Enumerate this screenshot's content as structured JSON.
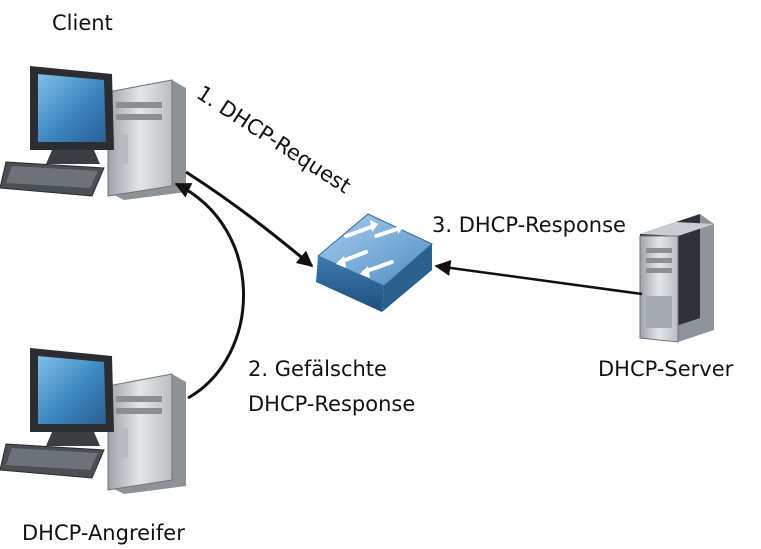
{
  "nodes": {
    "client": {
      "label": "Client",
      "icon": "desktop-computer-icon"
    },
    "attacker": {
      "label": "DHCP-Angreifer",
      "icon": "desktop-computer-icon"
    },
    "server": {
      "label": "DHCP-Server",
      "icon": "tower-server-icon"
    },
    "switch": {
      "icon": "network-switch-icon"
    }
  },
  "edges": {
    "step1": {
      "label": "1. DHCP-Request"
    },
    "step2": {
      "line1": "2. Gefälschte",
      "line2": "DHCP-Response"
    },
    "step3": {
      "label": "3. DHCP-Response"
    }
  },
  "colors": {
    "switch_top": "#7fb0d8",
    "switch_side": "#2f6a9c",
    "screen": "#3c86c0",
    "case": "#d7d9dc",
    "arrow": "#111111"
  }
}
